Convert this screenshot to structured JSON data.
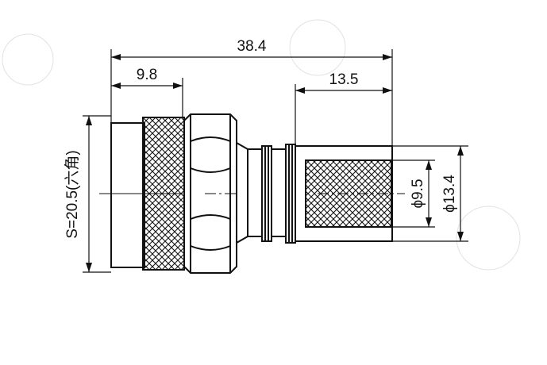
{
  "drawing": {
    "dimensions": {
      "overall_length": "38.4",
      "nut_length": "9.8",
      "crimp_length": "13.5",
      "inner_diameter": "ϕ9.5",
      "outer_diameter": "ϕ13.4",
      "hex_size": "S=20.5(六角)"
    }
  }
}
